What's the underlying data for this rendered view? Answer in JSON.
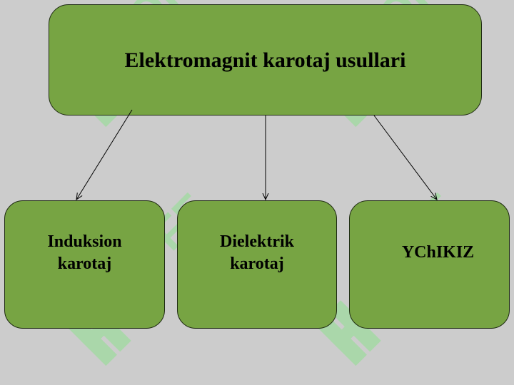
{
  "diagram": {
    "root": {
      "label": "Elektromagnit karotaj usullari"
    },
    "children": [
      {
        "label": "Induksion\nkarotaj"
      },
      {
        "label": "Dielektrik\nkarotaj"
      },
      {
        "label": "YChIKIZ"
      }
    ],
    "colors": {
      "background": "#cccccc",
      "node_fill": "#77a443",
      "node_border": "#1e2a12",
      "text": "#000000",
      "watermark": "#8fe08f"
    }
  },
  "watermark": {
    "text": "SOFF",
    "icon": "soff-logo-icon"
  }
}
